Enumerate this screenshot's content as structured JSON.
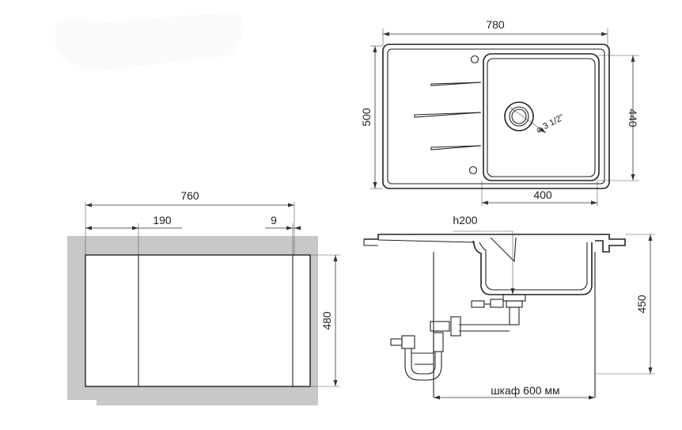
{
  "top_view": {
    "width_label": "780",
    "height_label": "500",
    "bowl_height_label": "440",
    "bowl_width_label": "400",
    "drain_label": "⌀ 3 1/2\""
  },
  "cutout_view": {
    "width_label": "760",
    "left_offset_label": "190",
    "right_offset_label": "9",
    "height_label": "480"
  },
  "side_view": {
    "depth_label": "h200",
    "height_label": "450",
    "cabinet_label": "шкаф 600 мм"
  },
  "colors": {
    "line": "#222222",
    "countertop_fill": "#c8c8c8"
  }
}
